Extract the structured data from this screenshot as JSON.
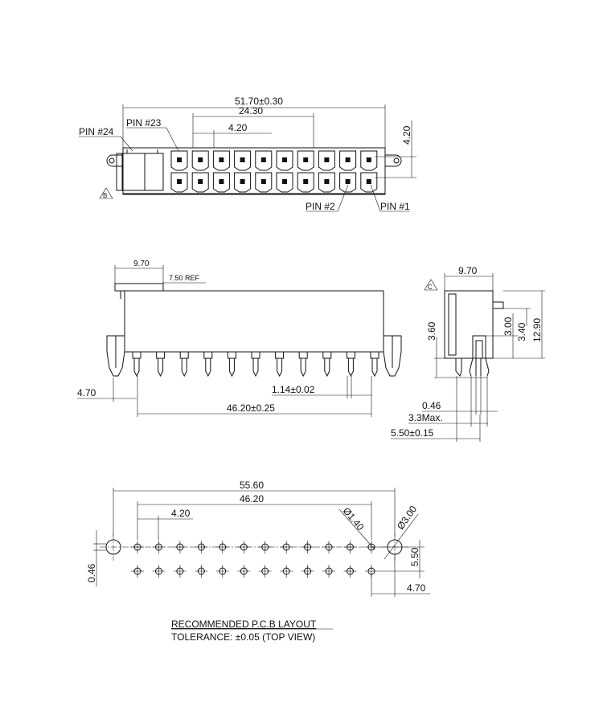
{
  "top_view": {
    "overall_width": "51.70±0.30",
    "span": "24.30",
    "pitch": "4.20",
    "row_pitch": "4.20",
    "pin24": "PIN #24",
    "pin23": "PIN #23",
    "pin2": "PIN #2",
    "pin1": "PIN #1",
    "marker": "B"
  },
  "side_view": {
    "latch_len": "9.70",
    "latch_ref": "7.50 REF",
    "left_offset": "4.70",
    "pin_width": "1.14±0.02",
    "pin_span": "46.20±0.25"
  },
  "end_view": {
    "depth": "9.70",
    "height": "12.90",
    "h360": "3.60",
    "h300": "3.00",
    "h340": "3.40",
    "pin_dim": "0.46",
    "max_dim": "3.3Max.",
    "offset": "5.50±0.15",
    "marker": "C"
  },
  "pcb": {
    "peg_span": "55.60",
    "hole_span": "46.20",
    "pitch": "4.20",
    "hole_dia": "Ø1.40",
    "peg_dia": "Ø3.00",
    "row_pitch": "5.50",
    "offset": "4.70",
    "peg_offset": "0.46",
    "title": "RECOMMENDED P.C.B LAYOUT",
    "tolerance": "TOLERANCE: ±0.05 (TOP VIEW)"
  }
}
